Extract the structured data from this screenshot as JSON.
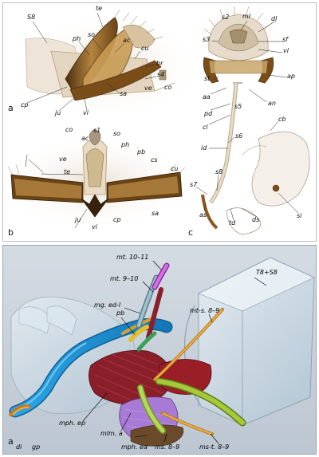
{
  "top": {
    "panel_letters": [
      "a",
      "b",
      "c"
    ],
    "a_labels": [
      "S8",
      "ph",
      "te",
      "so",
      "ac",
      "cu",
      "br",
      "s4",
      "cp",
      "ju",
      "vi",
      "sa",
      "ve",
      "co"
    ],
    "b_labels": [
      "co",
      "s1",
      "ac",
      "so",
      "ph",
      "pb",
      "cs",
      "cu",
      "ve",
      "te",
      "ju",
      "vi",
      "cp",
      "sa"
    ],
    "c_labels": [
      "s2",
      "ml",
      "dl",
      "s3",
      "sf",
      "vl",
      "st",
      "ap",
      "aa",
      "an",
      "s5",
      "pd",
      "cl",
      "s6",
      "id",
      "cb",
      "s8",
      "s7",
      "as",
      "td",
      "ds",
      "si"
    ]
  },
  "bottom": {
    "panel_letter": "a",
    "labels": [
      "mt. 10–11",
      "mt. 9–10",
      "mg. ed-l",
      "T8+S8",
      "mt-s. 8–9",
      "pb",
      "mph. ep",
      "mlm. a",
      "mph. ea",
      "ms. 8–9",
      "ms-t. 8–9",
      "di",
      "gp"
    ]
  },
  "colors": {
    "sclerite": "#8a5a1e",
    "membrane": "#9fbfd3",
    "muscle_red": "#8a1f2a",
    "muscle_green": "#8fae2a",
    "muscle_purple": "#a77ad6",
    "tube_blue": "#1f9ad6",
    "magenta": "#c94fd6",
    "orange": "#d6962a"
  }
}
